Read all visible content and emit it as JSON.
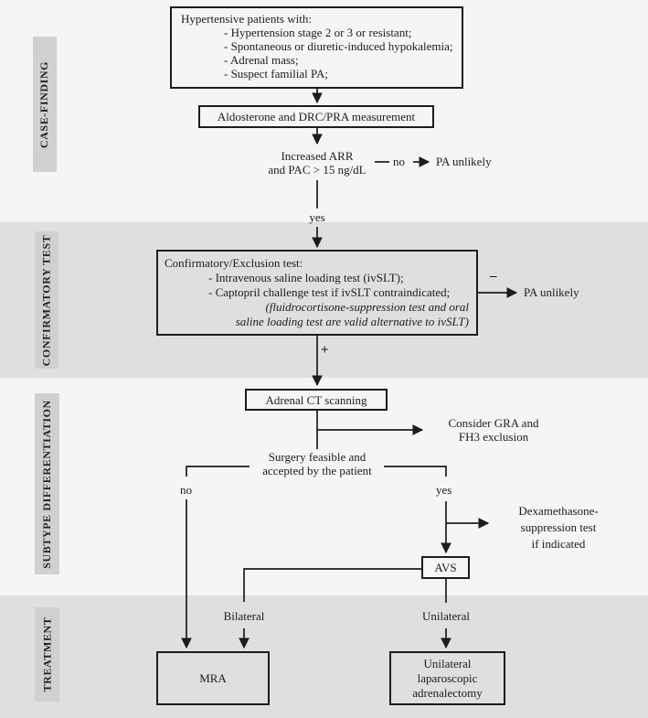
{
  "colors": {
    "band_light": "#f6f5f3",
    "band_dark": "#e1dfdd",
    "section_label_bg": "#d2d0ce",
    "line": "#1c1c1c"
  },
  "sidebar": {
    "sections": [
      {
        "label": "CASE-FINDING"
      },
      {
        "label": "CONFIRMATORY TEST"
      },
      {
        "label": "SUBTYPE DIFFERENTIATION"
      },
      {
        "label": "TREATMENT"
      }
    ]
  },
  "flow": {
    "screening": {
      "title": "Hypertensive patients with:",
      "items": [
        "- Hypertension stage 2 or 3 or resistant;",
        "- Spontaneous or diuretic-induced hypokalemia;",
        "- Adrenal mass;",
        "- Suspect familial PA;"
      ]
    },
    "measurement": {
      "label": "Aldosterone and DRC/PRA measurement"
    },
    "arr": {
      "line1": "Increased ARR",
      "line2": "and PAC > 15 ng/dL"
    },
    "arr_no": {
      "label": "no",
      "result": "PA unlikely"
    },
    "arr_yes": {
      "label": "yes"
    },
    "confirmatory": {
      "title": "Confirmatory/Exclusion test:",
      "items": [
        "- Intravenous saline loading test (ivSLT);",
        "- Captopril challenge test if ivSLT contraindicated;"
      ],
      "note1": "(fluidrocortisone-suppression test and oral",
      "note2": "saline loading test are valid alternative to ivSLT)"
    },
    "confirm_negative": {
      "label": "–",
      "result": "PA unlikely"
    },
    "confirm_positive": {
      "label": "+"
    },
    "ct": {
      "label": "Adrenal CT scanning"
    },
    "gra": {
      "line1": "Consider GRA and",
      "line2": "FH3 exclusion"
    },
    "surgery": {
      "line1": "Surgery feasible and",
      "line2": "accepted by the patient",
      "no": "no",
      "yes": "yes"
    },
    "dex": {
      "line1": "Dexamethasone-",
      "line2": "suppression test",
      "line3": "if indicated"
    },
    "avs": {
      "label": "AVS"
    },
    "lateral": {
      "bilateral": "Bilateral",
      "unilateral": "Unilateral"
    },
    "mra": {
      "label": "MRA"
    },
    "adrenalectomy": {
      "line1": "Unilateral",
      "line2": "laparoscopic",
      "line3": "adrenalectomy"
    }
  }
}
